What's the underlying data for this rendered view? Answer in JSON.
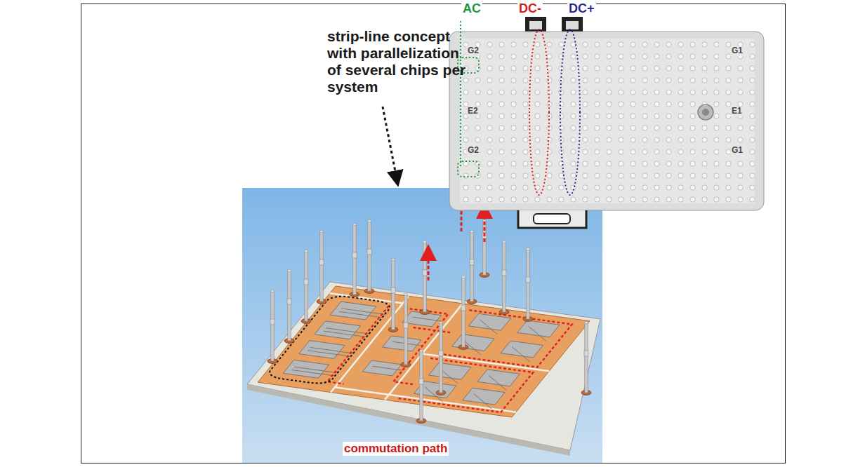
{
  "diagram": {
    "labels": [
      "strip-line concept with parallelization of several chips per system",
      "AC",
      "DC-",
      "DC+",
      "G2",
      "E2",
      "G2",
      "G1",
      "E1",
      "G1",
      "commutation path"
    ]
  }
}
